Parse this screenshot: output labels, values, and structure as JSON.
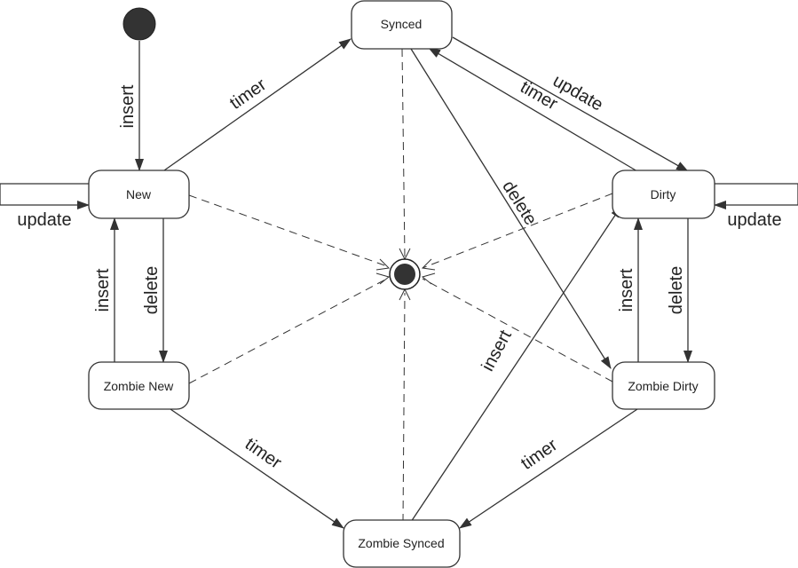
{
  "states": [
    {
      "id": "synced",
      "label": "Synced"
    },
    {
      "id": "new",
      "label": "New"
    },
    {
      "id": "dirty",
      "label": "Dirty"
    },
    {
      "id": "zombie_new",
      "label": "Zombie New"
    },
    {
      "id": "zombie_dirty",
      "label": "Zombie Dirty"
    },
    {
      "id": "zombie_synced",
      "label": "Zombie Synced"
    }
  ],
  "transitions": [
    {
      "id": "initial_insert",
      "from": "initial",
      "to": "new",
      "label": "insert"
    },
    {
      "id": "new_synced_timer",
      "from": "new",
      "to": "synced",
      "label": "timer"
    },
    {
      "id": "synced_dirty_update",
      "from": "synced",
      "to": "dirty",
      "label": "update"
    },
    {
      "id": "dirty_synced_timer",
      "from": "dirty",
      "to": "synced",
      "label": "timer"
    },
    {
      "id": "synced_zombie_dirty_delete",
      "from": "synced",
      "to": "zombie_dirty",
      "label": "delete"
    },
    {
      "id": "new_self_update",
      "from": "new",
      "to": "new",
      "label": "update"
    },
    {
      "id": "dirty_self_update",
      "from": "dirty",
      "to": "dirty",
      "label": "update"
    },
    {
      "id": "zombie_new_new_insert",
      "from": "zombie_new",
      "to": "new",
      "label": "insert"
    },
    {
      "id": "new_zombie_new_delete",
      "from": "new",
      "to": "zombie_new",
      "label": "delete"
    },
    {
      "id": "zombie_dirty_dirty_insert",
      "from": "zombie_dirty",
      "to": "dirty",
      "label": "insert"
    },
    {
      "id": "dirty_zombie_dirty_delete",
      "from": "dirty",
      "to": "zombie_dirty",
      "label": "delete"
    },
    {
      "id": "zombie_synced_dirty_insert",
      "from": "zombie_synced",
      "to": "dirty",
      "label": "insert"
    },
    {
      "id": "zombie_new_zombie_synced_timer",
      "from": "zombie_new",
      "to": "zombie_synced",
      "label": "timer"
    },
    {
      "id": "zombie_dirty_zombie_synced_timer",
      "from": "zombie_dirty",
      "to": "zombie_synced",
      "label": "timer"
    }
  ],
  "colors": {
    "stroke": "#333333",
    "node_fill": "#333333",
    "background": "#ffffff"
  }
}
